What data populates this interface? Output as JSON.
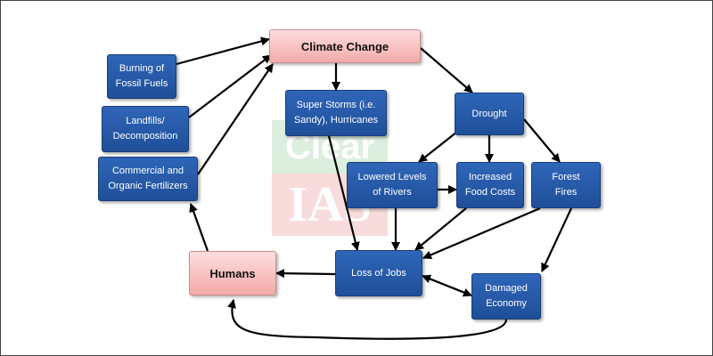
{
  "diagram": {
    "nodes": {
      "climate_change": "Climate Change",
      "burning_fossil_fuels": "Burning of\nFossil Fuels",
      "landfills": "Landfills/\nDecomposition",
      "fertilizers": "Commercial and\nOrganic Fertilizers",
      "super_storms": "Super Storms (i.e.\nSandy), Hurricanes",
      "drought": "Drought",
      "lowered_rivers": "Lowered Levels\nof Rivers",
      "food_costs": "Increased\nFood Costs",
      "forest_fires": "Forest\nFires",
      "loss_of_jobs": "Loss of Jobs",
      "humans": "Humans",
      "damaged_economy": "Damaged\nEconomy"
    },
    "edges": [
      [
        "burning_fossil_fuels",
        "climate_change"
      ],
      [
        "landfills",
        "climate_change"
      ],
      [
        "fertilizers",
        "climate_change"
      ],
      [
        "humans",
        "fertilizers"
      ],
      [
        "climate_change",
        "super_storms"
      ],
      [
        "climate_change",
        "drought"
      ],
      [
        "drought",
        "lowered_rivers"
      ],
      [
        "drought",
        "food_costs"
      ],
      [
        "drought",
        "forest_fires"
      ],
      [
        "lowered_rivers",
        "food_costs"
      ],
      [
        "super_storms",
        "loss_of_jobs"
      ],
      [
        "lowered_rivers",
        "loss_of_jobs"
      ],
      [
        "food_costs",
        "loss_of_jobs"
      ],
      [
        "forest_fires",
        "loss_of_jobs"
      ],
      [
        "forest_fires",
        "damaged_economy"
      ],
      [
        "loss_of_jobs",
        "humans"
      ],
      [
        "loss_of_jobs",
        "damaged_economy"
      ],
      [
        "damaged_economy",
        "loss_of_jobs"
      ],
      [
        "damaged_economy",
        "humans"
      ]
    ],
    "colors": {
      "process_fill": "#2f66b8",
      "highlight_fill": "#f3a9a9",
      "arrow": "#000000"
    }
  },
  "watermark": {
    "line1": "Clear",
    "line2": "IAS"
  }
}
